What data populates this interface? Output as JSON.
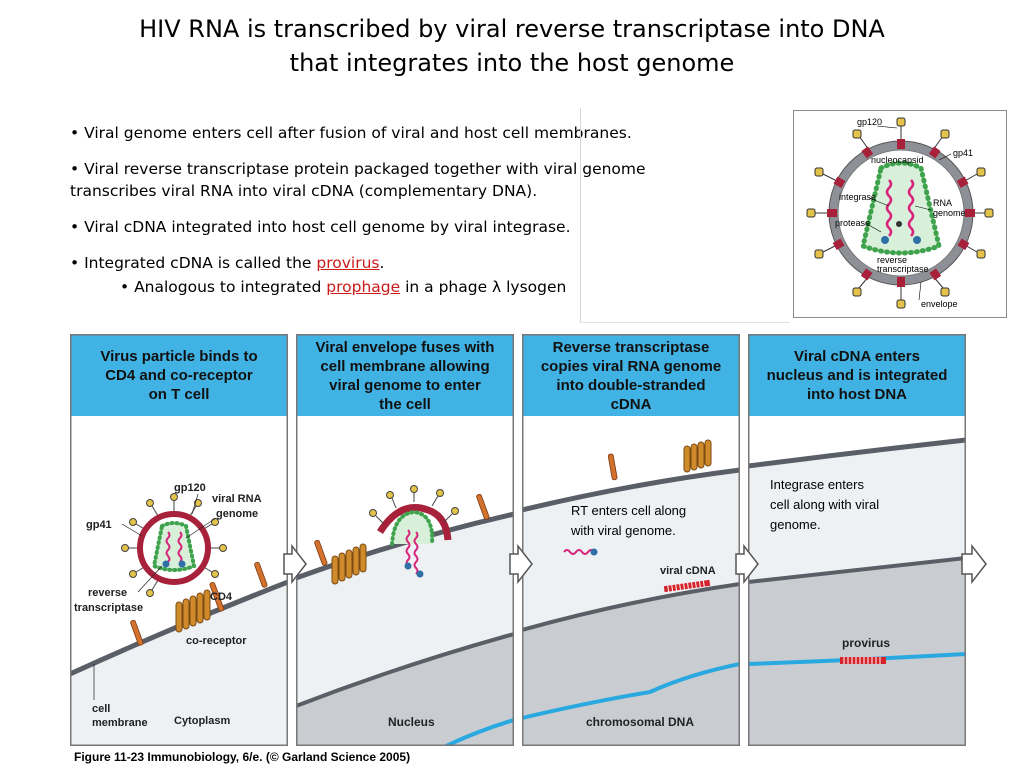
{
  "title_line1": "HIV RNA is transcribed by viral reverse transcriptase into DNA",
  "title_line2": "that integrates into the host genome",
  "bullets": {
    "b1": "• Viral genome enters cell after fusion of viral and host cell membranes.",
    "b2_line1": "• Viral reverse transcriptase protein packaged together with viral genome",
    "b2_line2": "transcribes viral RNA into viral cDNA (complementary DNA).",
    "b3": "• Viral cDNA integrated into host cell genome by viral integrase.",
    "b4_prefix": "• Integrated cDNA is called the ",
    "b4_link": "provirus",
    "b4_suffix": ".",
    "b5_prefix": "• Analogous to integrated ",
    "b5_link": "prophage",
    "b5_suffix": " in a phage λ lysogen"
  },
  "virion_labels": {
    "gp120": "gp120",
    "gp41": "gp41",
    "nucleocapsid": "nucleocapsid",
    "integrase": "integrase",
    "rna_line1": "RNA",
    "rna_line2": "genome",
    "protease": "protease",
    "rt_line1": "reverse",
    "rt_line2": "transcriptase",
    "envelope": "envelope"
  },
  "panels": [
    {
      "header": [
        "Virus particle binds to",
        "CD4 and co-receptor",
        "on T cell"
      ]
    },
    {
      "header": [
        "Viral envelope fuses with",
        "cell membrane allowing",
        "viral genome to enter",
        "the cell"
      ]
    },
    {
      "header": [
        "Reverse transcriptase",
        "copies viral RNA genome",
        "into double-stranded",
        "cDNA"
      ]
    },
    {
      "header": [
        "Viral cDNA enters",
        "nucleus and is integrated",
        "into host DNA"
      ]
    }
  ],
  "panel1_labels": {
    "gp120": "gp120",
    "viral_rna_line1": "viral RNA",
    "viral_rna_line2": "genome",
    "gp41": "gp41",
    "rt_line1": "reverse",
    "rt_line2": "transcriptase",
    "cd4": "CD4",
    "coreceptor": "co-receptor",
    "cell_membrane_line1": "cell",
    "cell_membrane_line2": "membrane",
    "cytoplasm": "Cytoplasm"
  },
  "panel2_labels": {
    "nucleus": "Nucleus"
  },
  "panel3_labels": {
    "rt_note_line1": "RT enters cell along",
    "rt_note_line2": "with viral genome.",
    "viral_cdna": "viral cDNA",
    "chromosomal_dna": "chromosomal DNA"
  },
  "panel4_labels": {
    "integrase_note_line1": "Integrase enters",
    "integrase_note_line2": "cell along with viral",
    "integrase_note_line3": "genome.",
    "provirus": "provirus"
  },
  "caption": "Figure 11-23  Immunobiology, 6/e. (© Garland Science 2005)",
  "colors": {
    "header_blue": "#41b2e4",
    "cytoplasm": "#eef1f4",
    "nucleus": "#c9cdd2",
    "membrane": "#5a5e66",
    "envelope_red": "#a8213a",
    "rna_magenta": "#d8247a",
    "capsid_green": "#3fa34d",
    "dna_blue": "#2aa8e0",
    "coreceptor_orange": "#cf8a2b",
    "cd4_orange": "#d2722c"
  }
}
